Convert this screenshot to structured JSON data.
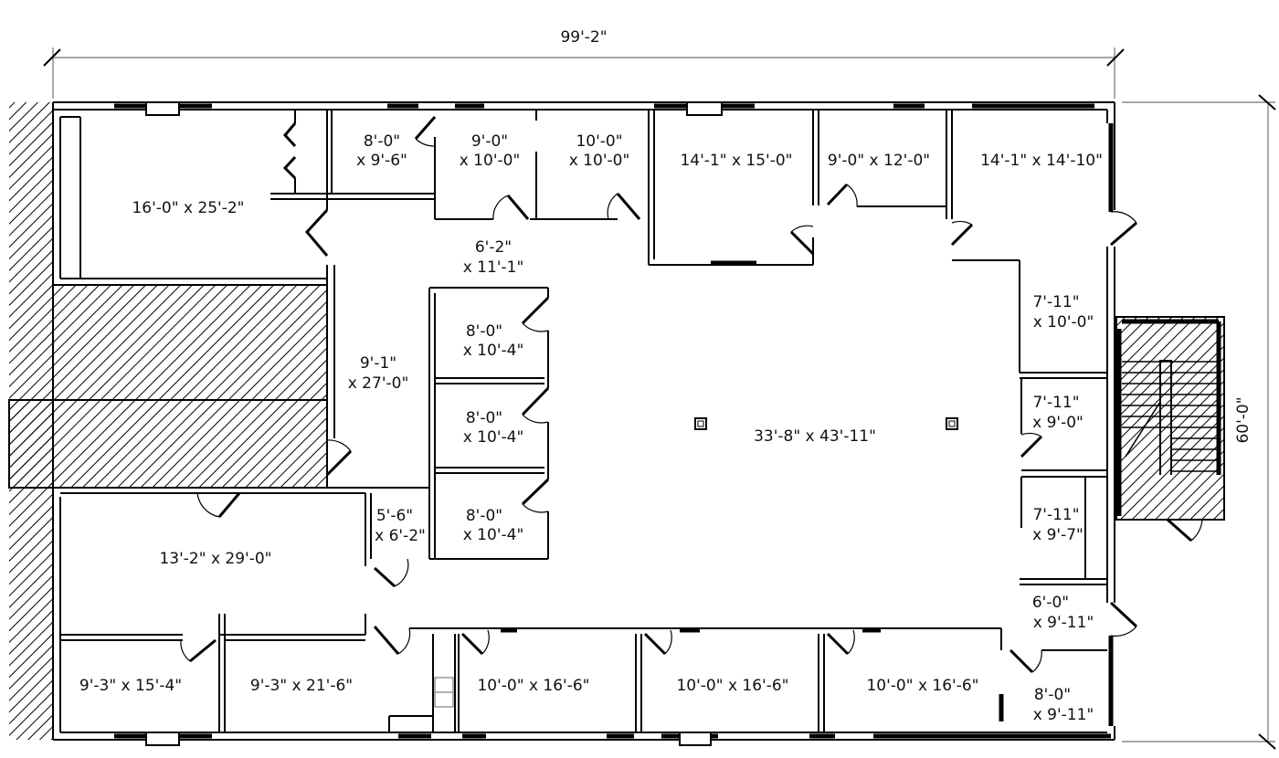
{
  "plan": {
    "overall_width": "99'-2\"",
    "overall_depth": "60'-0\"",
    "rooms": [
      {
        "id": "r1",
        "line1": "16'-0\" x 25'-2\"",
        "line2": ""
      },
      {
        "id": "r2",
        "line1": "8'-0\"",
        "line2": "x 9'-6\""
      },
      {
        "id": "r3",
        "line1": "9'-0\"",
        "line2": "x 10'-0\""
      },
      {
        "id": "r4",
        "line1": "10'-0\"",
        "line2": "x 10'-0\""
      },
      {
        "id": "r5",
        "line1": "14'-1\" x 15'-0\"",
        "line2": ""
      },
      {
        "id": "r6",
        "line1": "9'-0\" x 12'-0\"",
        "line2": ""
      },
      {
        "id": "r7",
        "line1": "14'-1\" x 14'-10\"",
        "line2": ""
      },
      {
        "id": "r8",
        "line1": "6'-2\"",
        "line2": "x 11'-1\""
      },
      {
        "id": "r9",
        "line1": "9'-1\"",
        "line2": "x 27'-0\""
      },
      {
        "id": "r10",
        "line1": "8'-0\"",
        "line2": "x 10'-4\""
      },
      {
        "id": "r11",
        "line1": "8'-0\"",
        "line2": "x 10'-4\""
      },
      {
        "id": "r12",
        "line1": "8'-0\"",
        "line2": "x 10'-4\""
      },
      {
        "id": "r13",
        "line1": "33'-8\" x 43'-11\"",
        "line2": ""
      },
      {
        "id": "r14",
        "line1": "7'-11\"",
        "line2": "x 10'-0\""
      },
      {
        "id": "r15",
        "line1": "7'-11\"",
        "line2": "x 9'-0\""
      },
      {
        "id": "r16",
        "line1": "7'-11\"",
        "line2": "x 9'-7\""
      },
      {
        "id": "r17",
        "line1": "13'-2\" x 29'-0\"",
        "line2": ""
      },
      {
        "id": "r18",
        "line1": "5'-6\"",
        "line2": "x 6'-2\""
      },
      {
        "id": "r19",
        "line1": "6'-0\"",
        "line2": "x 9'-11\""
      },
      {
        "id": "r20",
        "line1": "9'-3\" x 15'-4\"",
        "line2": ""
      },
      {
        "id": "r21",
        "line1": "9'-3\" x 21'-6\"",
        "line2": ""
      },
      {
        "id": "r22",
        "line1": "10'-0\" x 16'-6\"",
        "line2": ""
      },
      {
        "id": "r23",
        "line1": "10'-0\" x 16'-6\"",
        "line2": ""
      },
      {
        "id": "r24",
        "line1": "10'-0\" x 16'-6\"",
        "line2": ""
      },
      {
        "id": "r25",
        "line1": "8'-0\"",
        "line2": "x 9'-11\""
      }
    ]
  }
}
